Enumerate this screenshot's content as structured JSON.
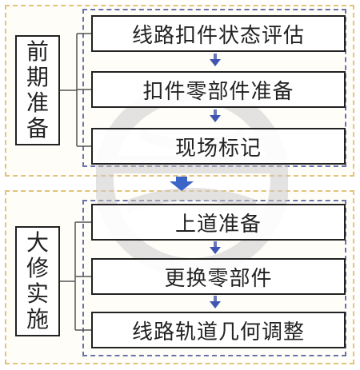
{
  "phases": [
    {
      "label": "前期准备",
      "steps": [
        "线路扣件状态评估",
        "扣件零部件准备",
        "现场标记"
      ]
    },
    {
      "label": "大修实施",
      "steps": [
        "上道准备",
        "更换零部件",
        "线路轨道几何调整"
      ]
    }
  ],
  "colors": {
    "outer_dashed_border": "#e2c27c",
    "inner_dashed_border": "#6a73a8",
    "small_arrow": "#3f55b0",
    "big_arrow": "#3b64c8",
    "watermark": "#c9c9c9"
  }
}
